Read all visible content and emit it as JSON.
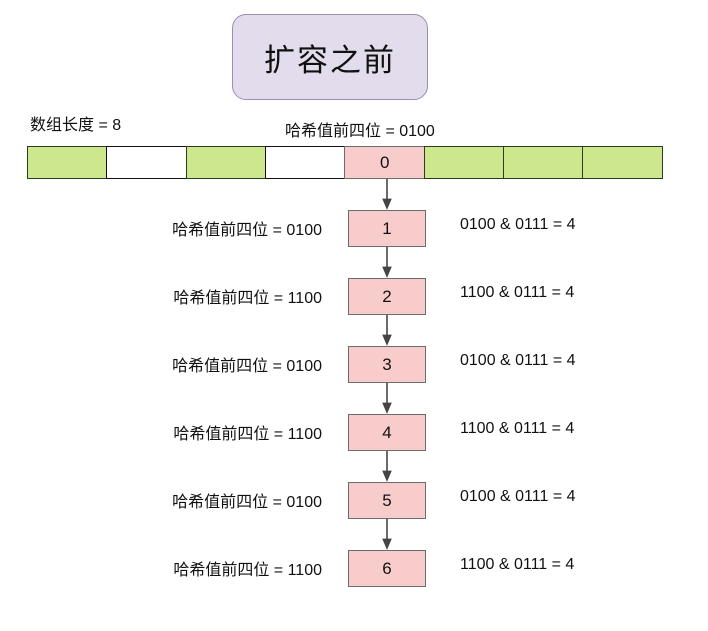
{
  "title": {
    "text": "扩容之前"
  },
  "captions": {
    "array_length": "数组长度 = 8",
    "head_hash": "哈希值前四位 = 0100"
  },
  "array": {
    "length": 8,
    "cells": [
      {
        "index": 0,
        "fill": "green",
        "label": ""
      },
      {
        "index": 1,
        "fill": "white",
        "label": ""
      },
      {
        "index": 2,
        "fill": "green",
        "label": ""
      },
      {
        "index": 3,
        "fill": "white",
        "label": ""
      },
      {
        "index": 4,
        "fill": "pink",
        "label": "0"
      },
      {
        "index": 5,
        "fill": "green",
        "label": ""
      },
      {
        "index": 6,
        "fill": "green",
        "label": ""
      },
      {
        "index": 7,
        "fill": "green",
        "label": ""
      }
    ]
  },
  "chain": {
    "nodes": [
      {
        "value": "1",
        "hash_label": "哈希值前四位 = 0100",
        "expression": "0100 & 0111 = 4"
      },
      {
        "value": "2",
        "hash_label": "哈希值前四位 = 1100",
        "expression": "1100 & 0111 = 4"
      },
      {
        "value": "3",
        "hash_label": "哈希值前四位 = 0100",
        "expression": "0100 & 0111 = 4"
      },
      {
        "value": "4",
        "hash_label": "哈希值前四位 = 1100",
        "expression": "1100 & 0111 = 4"
      },
      {
        "value": "5",
        "hash_label": "哈希值前四位 = 0100",
        "expression": "0100 & 0111 = 4"
      },
      {
        "value": "6",
        "hash_label": "哈希值前四位 = 1100",
        "expression": "1100 & 0111 = 4"
      }
    ]
  },
  "colors": {
    "title_fill": "#e3dcec",
    "title_border": "#9a8fb0",
    "bucket_green": "#cde88c",
    "bucket_white": "#ffffff",
    "node_pink": "#f9cccc",
    "node_border": "#6b6b6b",
    "arrow": "#444444"
  }
}
